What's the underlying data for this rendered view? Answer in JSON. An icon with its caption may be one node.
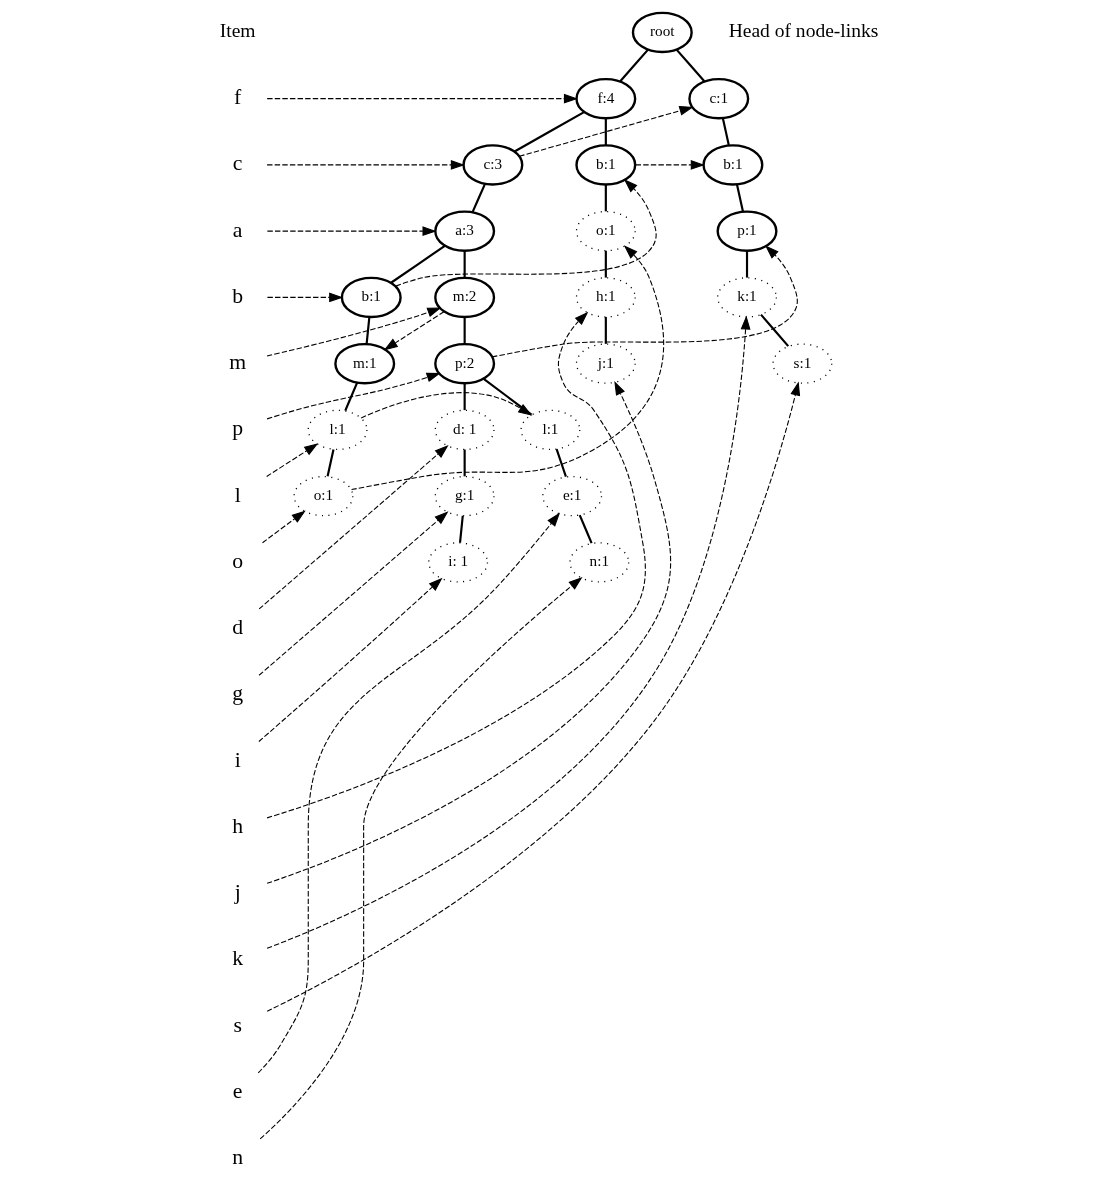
{
  "diagram": {
    "nodes": [
      {
        "text": [
          "f"
        ]
      },
      {
        "text": [
          "c"
        ]
      },
      {
        "text": [
          "a"
        ]
      },
      {
        "text": [
          "b"
        ]
      },
      {
        "text": [
          "m"
        ]
      },
      {
        "text": [
          "p"
        ]
      },
      {
        "text": [
          "l"
        ]
      },
      {
        "text": [
          "o"
        ]
      },
      {
        "text": [
          "d"
        ]
      },
      {
        "text": [
          "g"
        ]
      },
      {
        "text": [
          "i"
        ]
      },
      {
        "text": [
          "h"
        ]
      },
      {
        "text": [
          "j"
        ]
      },
      {
        "text": [
          "k"
        ]
      },
      {
        "text": [
          "s"
        ]
      },
      {
        "text": [
          "e"
        ]
      },
      {
        "text": [
          "n"
        ]
      },
      {
        "text": [
          "root"
        ]
      },
      {
        "text": [
          "f:4"
        ]
      },
      {
        "text": [
          "c:1"
        ]
      },
      {
        "text": [
          "c:3"
        ]
      },
      {
        "text": [
          "b:1"
        ]
      },
      {
        "text": [
          "b:1"
        ]
      },
      {
        "text": [
          "a:3"
        ]
      },
      {
        "text": [
          "o:1"
        ]
      },
      {
        "text": [
          "p:1"
        ]
      },
      {
        "text": [
          "b:1"
        ]
      },
      {
        "text": [
          "h:1"
        ]
      },
      {
        "text": [
          "k:1"
        ]
      },
      {
        "text": [
          "m:2"
        ]
      },
      {
        "text": [
          "p:2"
        ]
      },
      {
        "text": [
          "m:1"
        ]
      },
      {
        "text": [
          "j:1"
        ]
      },
      {
        "text": [
          "s:1"
        ]
      },
      {
        "text": [
          "d: 1"
        ]
      },
      {
        "text": [
          "l:1"
        ]
      },
      {
        "text": [
          "l:1"
        ]
      },
      {
        "text": [
          "g:1"
        ]
      },
      {
        "text": [
          "e:1"
        ]
      },
      {
        "text": [
          "o:1"
        ]
      },
      {
        "text": [
          "i: 1"
        ]
      },
      {
        "text": [
          "n:1"
        ]
      }
    ],
    "edges": [
      {
        "from": 17,
        "to": 18,
        "arrow": "none"
      },
      {
        "from": 17,
        "to": 19,
        "arrow": "none"
      },
      {
        "from": 18,
        "to": 20,
        "arrow": "none"
      },
      {
        "from": 18,
        "to": 21,
        "arrow": "none"
      },
      {
        "from": 20,
        "to": 23,
        "arrow": "none"
      },
      {
        "from": 23,
        "to": 29,
        "arrow": "none"
      },
      {
        "from": 23,
        "to": 26,
        "arrow": "none"
      },
      {
        "from": 29,
        "to": 30,
        "arrow": "none"
      },
      {
        "from": 30,
        "to": 34,
        "arrow": "none"
      },
      {
        "from": 30,
        "to": 35,
        "arrow": "none"
      },
      {
        "from": 34,
        "to": 37,
        "arrow": "none"
      },
      {
        "from": 37,
        "to": 40,
        "arrow": "none"
      },
      {
        "from": 35,
        "to": 38,
        "arrow": "none"
      },
      {
        "from": 38,
        "to": 41,
        "arrow": "none"
      },
      {
        "from": 21,
        "to": 24,
        "arrow": "none"
      },
      {
        "from": 24,
        "to": 27,
        "arrow": "none"
      },
      {
        "from": 27,
        "to": 32,
        "arrow": "none"
      },
      {
        "from": 26,
        "to": 31,
        "arrow": "none"
      },
      {
        "from": 31,
        "to": 36,
        "arrow": "none"
      },
      {
        "from": 36,
        "to": 39,
        "arrow": "none"
      },
      {
        "from": 19,
        "to": 22,
        "arrow": "none"
      },
      {
        "from": 22,
        "to": 25,
        "arrow": "none"
      },
      {
        "from": 25,
        "to": 28,
        "arrow": "none"
      },
      {
        "from": 28,
        "to": 33,
        "arrow": "none"
      },
      {
        "from": 0,
        "to": 18,
        "arrow": "to",
        "style": "dashed"
      },
      {
        "from": 1,
        "to": 20,
        "arrow": "to",
        "style": "dashed"
      },
      {
        "from": 2,
        "to": 23,
        "arrow": "to",
        "style": "dashed"
      },
      {
        "from": 3,
        "to": 26,
        "arrow": "to",
        "style": "dashed"
      },
      {
        "from": 4,
        "to": 29,
        "arrow": "to",
        "style": "dashed"
      },
      {
        "from": 5,
        "to": 30,
        "arrow": "to",
        "style": "dashed"
      },
      {
        "from": 6,
        "to": 36,
        "arrow": "to",
        "style": "dashed"
      },
      {
        "from": 7,
        "to": 39,
        "arrow": "to",
        "style": "dashed"
      },
      {
        "from": 8,
        "to": 34,
        "arrow": "to",
        "style": "dashed"
      },
      {
        "from": 9,
        "to": 37,
        "arrow": "to",
        "style": "dashed"
      },
      {
        "from": 10,
        "to": 40,
        "arrow": "to",
        "style": "dashed"
      },
      {
        "from": 11,
        "to": 27,
        "arrow": "to",
        "style": "dashed"
      },
      {
        "from": 12,
        "to": 32,
        "arrow": "to",
        "style": "dashed"
      },
      {
        "from": 13,
        "to": 28,
        "arrow": "to",
        "style": "dashed"
      },
      {
        "from": 14,
        "to": 33,
        "arrow": "to",
        "style": "dashed"
      },
      {
        "from": 15,
        "to": 38,
        "arrow": "to",
        "style": "dashed"
      },
      {
        "from": 16,
        "to": 41,
        "arrow": "to",
        "style": "dashed"
      },
      {
        "from": 20,
        "to": 19,
        "arrow": "to",
        "style": "dashed"
      },
      {
        "from": 26,
        "to": 21,
        "arrow": "to",
        "style": "dashed"
      },
      {
        "from": 21,
        "to": 22,
        "arrow": "to",
        "style": "dashed"
      },
      {
        "from": 29,
        "to": 31,
        "arrow": "to",
        "style": "dashed"
      },
      {
        "from": 30,
        "to": 25,
        "arrow": "to",
        "style": "dashed"
      },
      {
        "from": 36,
        "to": 35,
        "arrow": "to",
        "style": "dashed"
      },
      {
        "from": 39,
        "to": 24,
        "arrow": "to",
        "style": "dashed"
      }
    ],
    "labels": [
      "Item",
      "Head of node-links"
    ]
  }
}
